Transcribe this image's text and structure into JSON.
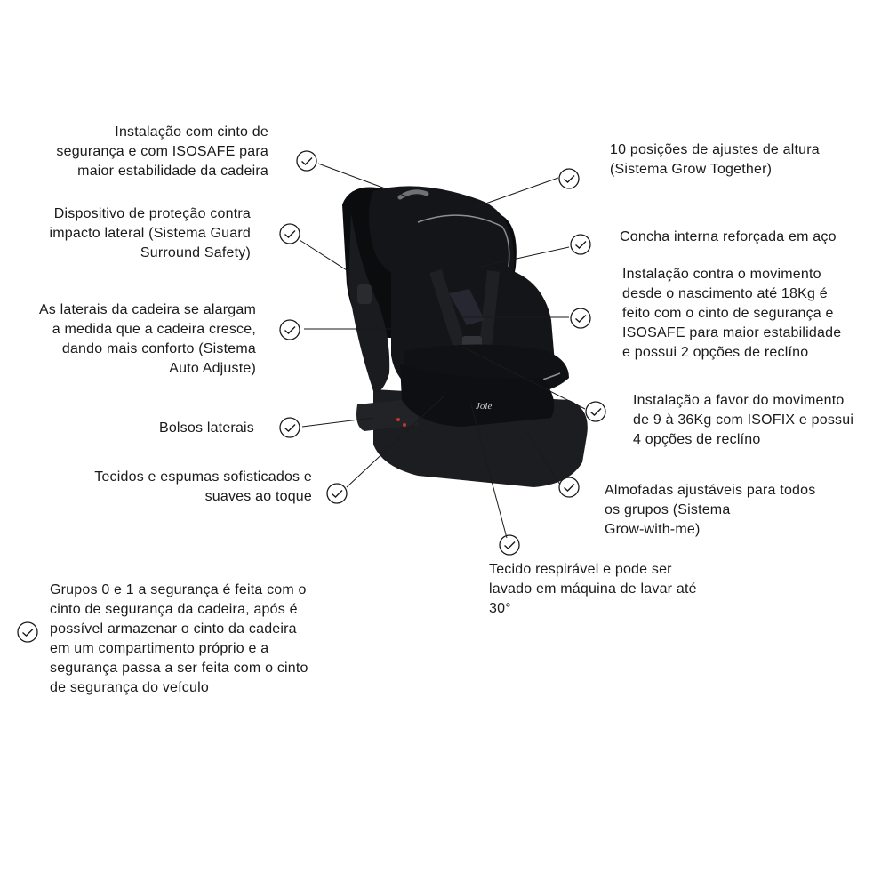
{
  "brand": {
    "logo_text": "Joie"
  },
  "features": [
    {
      "id": "isosafe-install",
      "lines": [
        "Instalação com cinto de",
        "segurança e com ISOSAFE para",
        "maior estabilidade da cadeira"
      ]
    },
    {
      "id": "height-adjust",
      "lines": [
        "10 posições de ajustes de altura",
        "(Sistema Grow Together)"
      ]
    },
    {
      "id": "side-impact",
      "lines": [
        "Dispositivo de proteção contra",
        "impacto lateral (Sistema Guard",
        "Surround Safety)"
      ]
    },
    {
      "id": "steel-shell",
      "lines": [
        "Concha interna reforçada em aço"
      ]
    },
    {
      "id": "rear-facing",
      "lines": [
        "Instalação contra o movimento",
        "desde o nascimento até 18Kg é",
        "feito com o cinto de segurança e",
        "ISOSAFE para maior estabilidade",
        "e possui 2 opções de reclíno"
      ]
    },
    {
      "id": "auto-adjust",
      "lines": [
        "As laterais da cadeira se alargam",
        "a medida que a cadeira cresce,",
        "dando mais conforto (Sistema",
        "Auto Adjuste)"
      ]
    },
    {
      "id": "forward-facing",
      "lines": [
        "Instalação a favor do movimento",
        "de 9 à 36Kg com ISOFIX e possui",
        "4 opções de reclíno"
      ]
    },
    {
      "id": "side-pockets",
      "lines": [
        "Bolsos laterais"
      ]
    },
    {
      "id": "soft-fabrics",
      "lines": [
        "Tecidos e espumas sofisticados e",
        "suaves ao toque"
      ]
    },
    {
      "id": "cushions",
      "lines": [
        "Almofadas ajustáveis para todos",
        "os grupos (Sistema",
        "Grow-with-me)"
      ]
    },
    {
      "id": "washable",
      "lines": [
        "Tecido respirável e pode ser",
        "lavado em máquina de lavar até",
        "30°"
      ]
    },
    {
      "id": "groups-0-1",
      "lines": [
        "Grupos 0 e 1 a segurança é feita com o",
        "cinto de segurança da cadeira, após é",
        "possível armazenar o cinto da cadeira",
        "em um compartimento próprio e a",
        "segurança passa a ser feita com o cinto",
        "de segurança do veículo"
      ]
    }
  ],
  "colors": {
    "text": "#1a1a1a",
    "seat": "#141518",
    "seat_dark": "#0b0c0e",
    "piping": "#8d8f94",
    "base": "#1c1d20"
  },
  "icons": {
    "check": "check-circle-icon"
  }
}
